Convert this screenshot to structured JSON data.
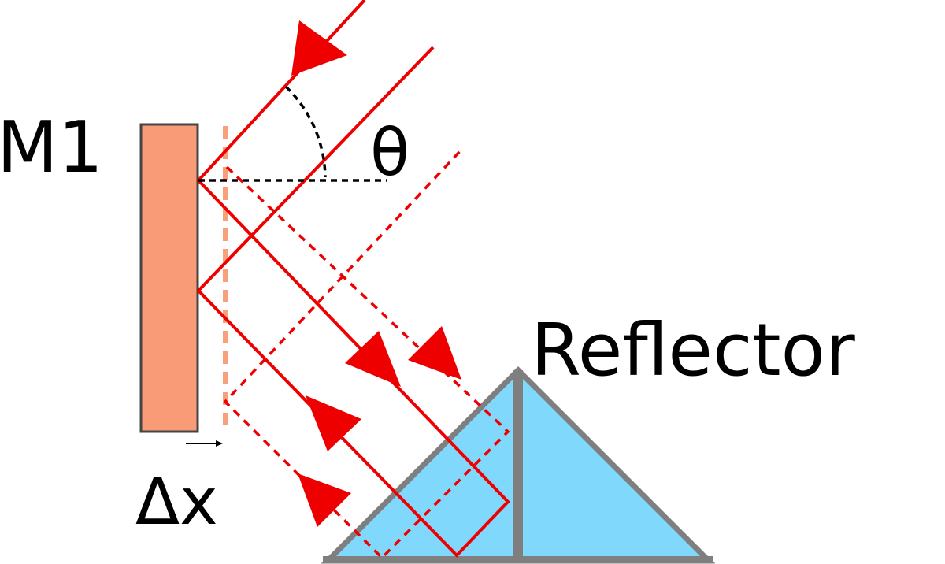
{
  "labels": {
    "mirror": "M1",
    "reflector": "Reflector",
    "angle": "θ",
    "displacement": "Δx"
  },
  "colors": {
    "beam": "#ee0000",
    "mirror_fill": "#f99b77",
    "mirror_stroke": "#444444",
    "mirror_shifted": "#f7a07a",
    "reflector_fill": "#80d8fc",
    "reflector_stroke": "#7f7f7f",
    "text": "#000000"
  }
}
